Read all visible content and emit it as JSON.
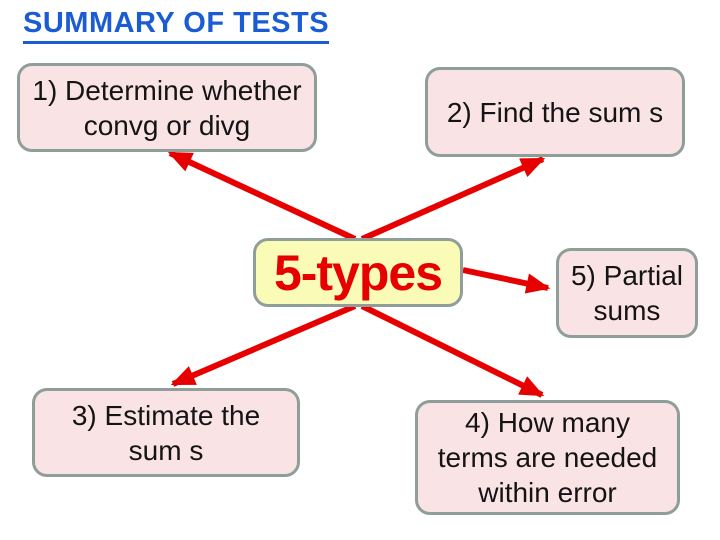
{
  "slide": {
    "title": "SUMMARY OF TESTS"
  },
  "diagram": {
    "center_label": "5-types",
    "nodes": [
      {
        "id": "determine-convg-divg",
        "label": "1) Determine whether\nconvg or divg"
      },
      {
        "id": "find-sum",
        "label": "2) Find the sum s"
      },
      {
        "id": "estimate-sum",
        "label": "3) Estimate the\nsum s"
      },
      {
        "id": "terms-needed",
        "label": "4) How many\nterms are needed\nwithin error"
      },
      {
        "id": "partial-sums",
        "label": "5) Partial\nsums"
      }
    ]
  },
  "colors": {
    "title_blue": "#1b5cd5",
    "node_fill_pink": "#fae3e5",
    "center_fill_yellow": "#fbfbb8",
    "node_border_gray": "#8f9e98",
    "arrow_red": "#e60000",
    "center_text_red": "#e60000",
    "body_text": "#141414"
  }
}
